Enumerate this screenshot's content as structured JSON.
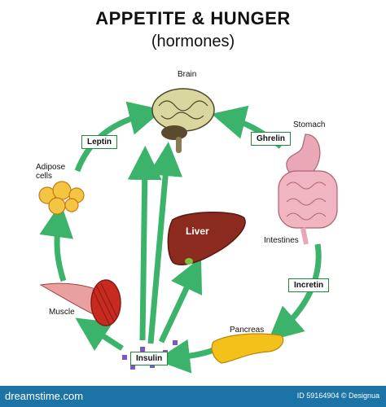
{
  "title": "APPETITE & HUNGER",
  "subtitle": "(hormones)",
  "organs": {
    "brain": "Brain",
    "stomach": "Stomach",
    "adipose": "Adipose\ncells",
    "intestines": "Intestines",
    "liver": "Liver",
    "muscle": "Muscle",
    "pancreas": "Pancreas"
  },
  "hormones": {
    "leptin": "Leptin",
    "ghrelin": "Ghrelin",
    "incretin": "Incretin",
    "insulin": "Insulin"
  },
  "footer": {
    "logo": "dreamstime.com",
    "id_text": "ID 59164904 © Designua"
  },
  "colors": {
    "arrow_green": "#3bb36a",
    "liver": "#8b2a1e",
    "pancreas": "#f3c11a",
    "footer_bg": "#1c74a6"
  }
}
